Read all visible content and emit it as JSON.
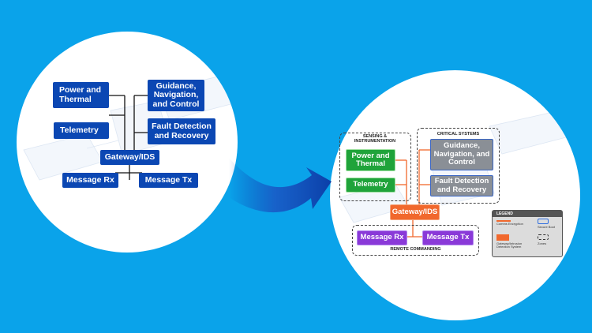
{
  "left_diagram": {
    "power_thermal": "Power and Thermal",
    "gnc": "Guidance, Navigation, and Control",
    "telemetry": "Telemetry",
    "fault": "Fault Detection and Recovery",
    "gateway": "Gateway/IDS",
    "msg_rx": "Message Rx",
    "msg_tx": "Message Tx"
  },
  "right_diagram": {
    "zone_sensing": "SENSING & INSTRUMENTATION",
    "zone_critical": "CRITICAL SYSTEMS",
    "zone_remote": "REMOTE COMMANDING",
    "power_thermal": "Power and Thermal",
    "telemetry": "Telemetry",
    "gnc": "Guidance, Navigation, and Control",
    "fault": "Fault Detection and Recovery",
    "gateway": "Gateway/IDS",
    "msg_rx": "Message Rx",
    "msg_tx": "Message Tx"
  },
  "legend": {
    "title": "LEGEND",
    "comms": "Comms Encryption",
    "secure_boot": "Secure Boot",
    "gateway": "Gateway/Intrusion Detection System",
    "zones": "Zones"
  },
  "colors": {
    "background": "#0aa3ea",
    "blue": "#0b47b3",
    "green": "#1fa33a",
    "grey": "#8a8f96",
    "orange": "#f1682d",
    "purple": "#8a39d8"
  }
}
